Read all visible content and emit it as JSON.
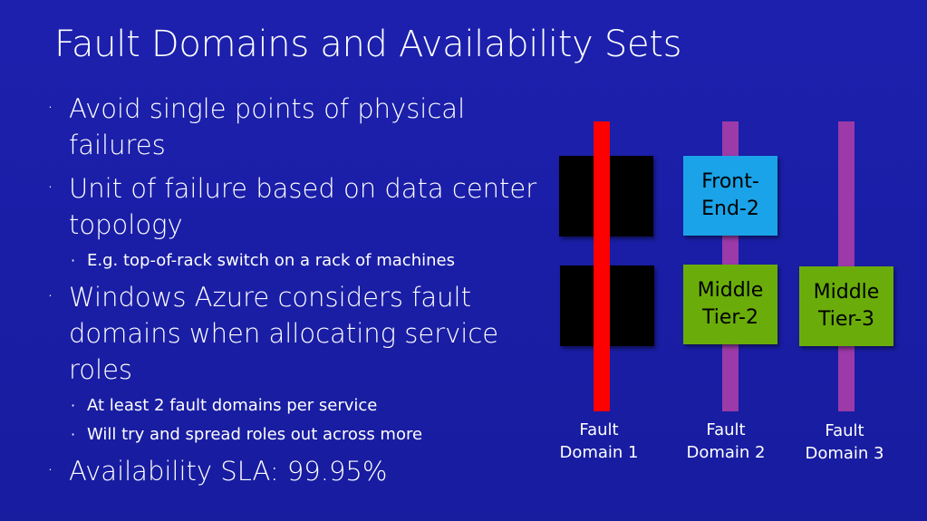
{
  "slide": {
    "title": "Fault Domains and Availability Sets",
    "bullets": {
      "b1": "Avoid single points of physical failures",
      "b2": "Unit of failure based on data center topology",
      "b2_sub1": "E.g. top-of-rack switch on a rack of machines",
      "b3": "Windows Azure considers fault domains when allocating service roles",
      "b3_sub1": "At least 2 fault domains per service",
      "b3_sub2": "Will try and spread roles out across more",
      "b4": "Availability SLA: 99.95%"
    }
  },
  "diagram": {
    "domains": [
      {
        "label": "Fault\nDomain 1",
        "color": "#ff0000"
      },
      {
        "label": "Fault\nDomain 2",
        "color": "#9b3aa8"
      },
      {
        "label": "Fault\nDomain 3",
        "color": "#9b3aa8"
      }
    ],
    "boxes": {
      "front_end_2": {
        "label": "Front-\nEnd-2",
        "color": "#1aa3e8"
      },
      "middle_tier_2": {
        "label": "Middle\nTier-2",
        "color": "#6aad0a"
      },
      "middle_tier_3": {
        "label": "Middle\nTier-3",
        "color": "#6aad0a"
      },
      "hidden_box_color": "#000000"
    }
  }
}
